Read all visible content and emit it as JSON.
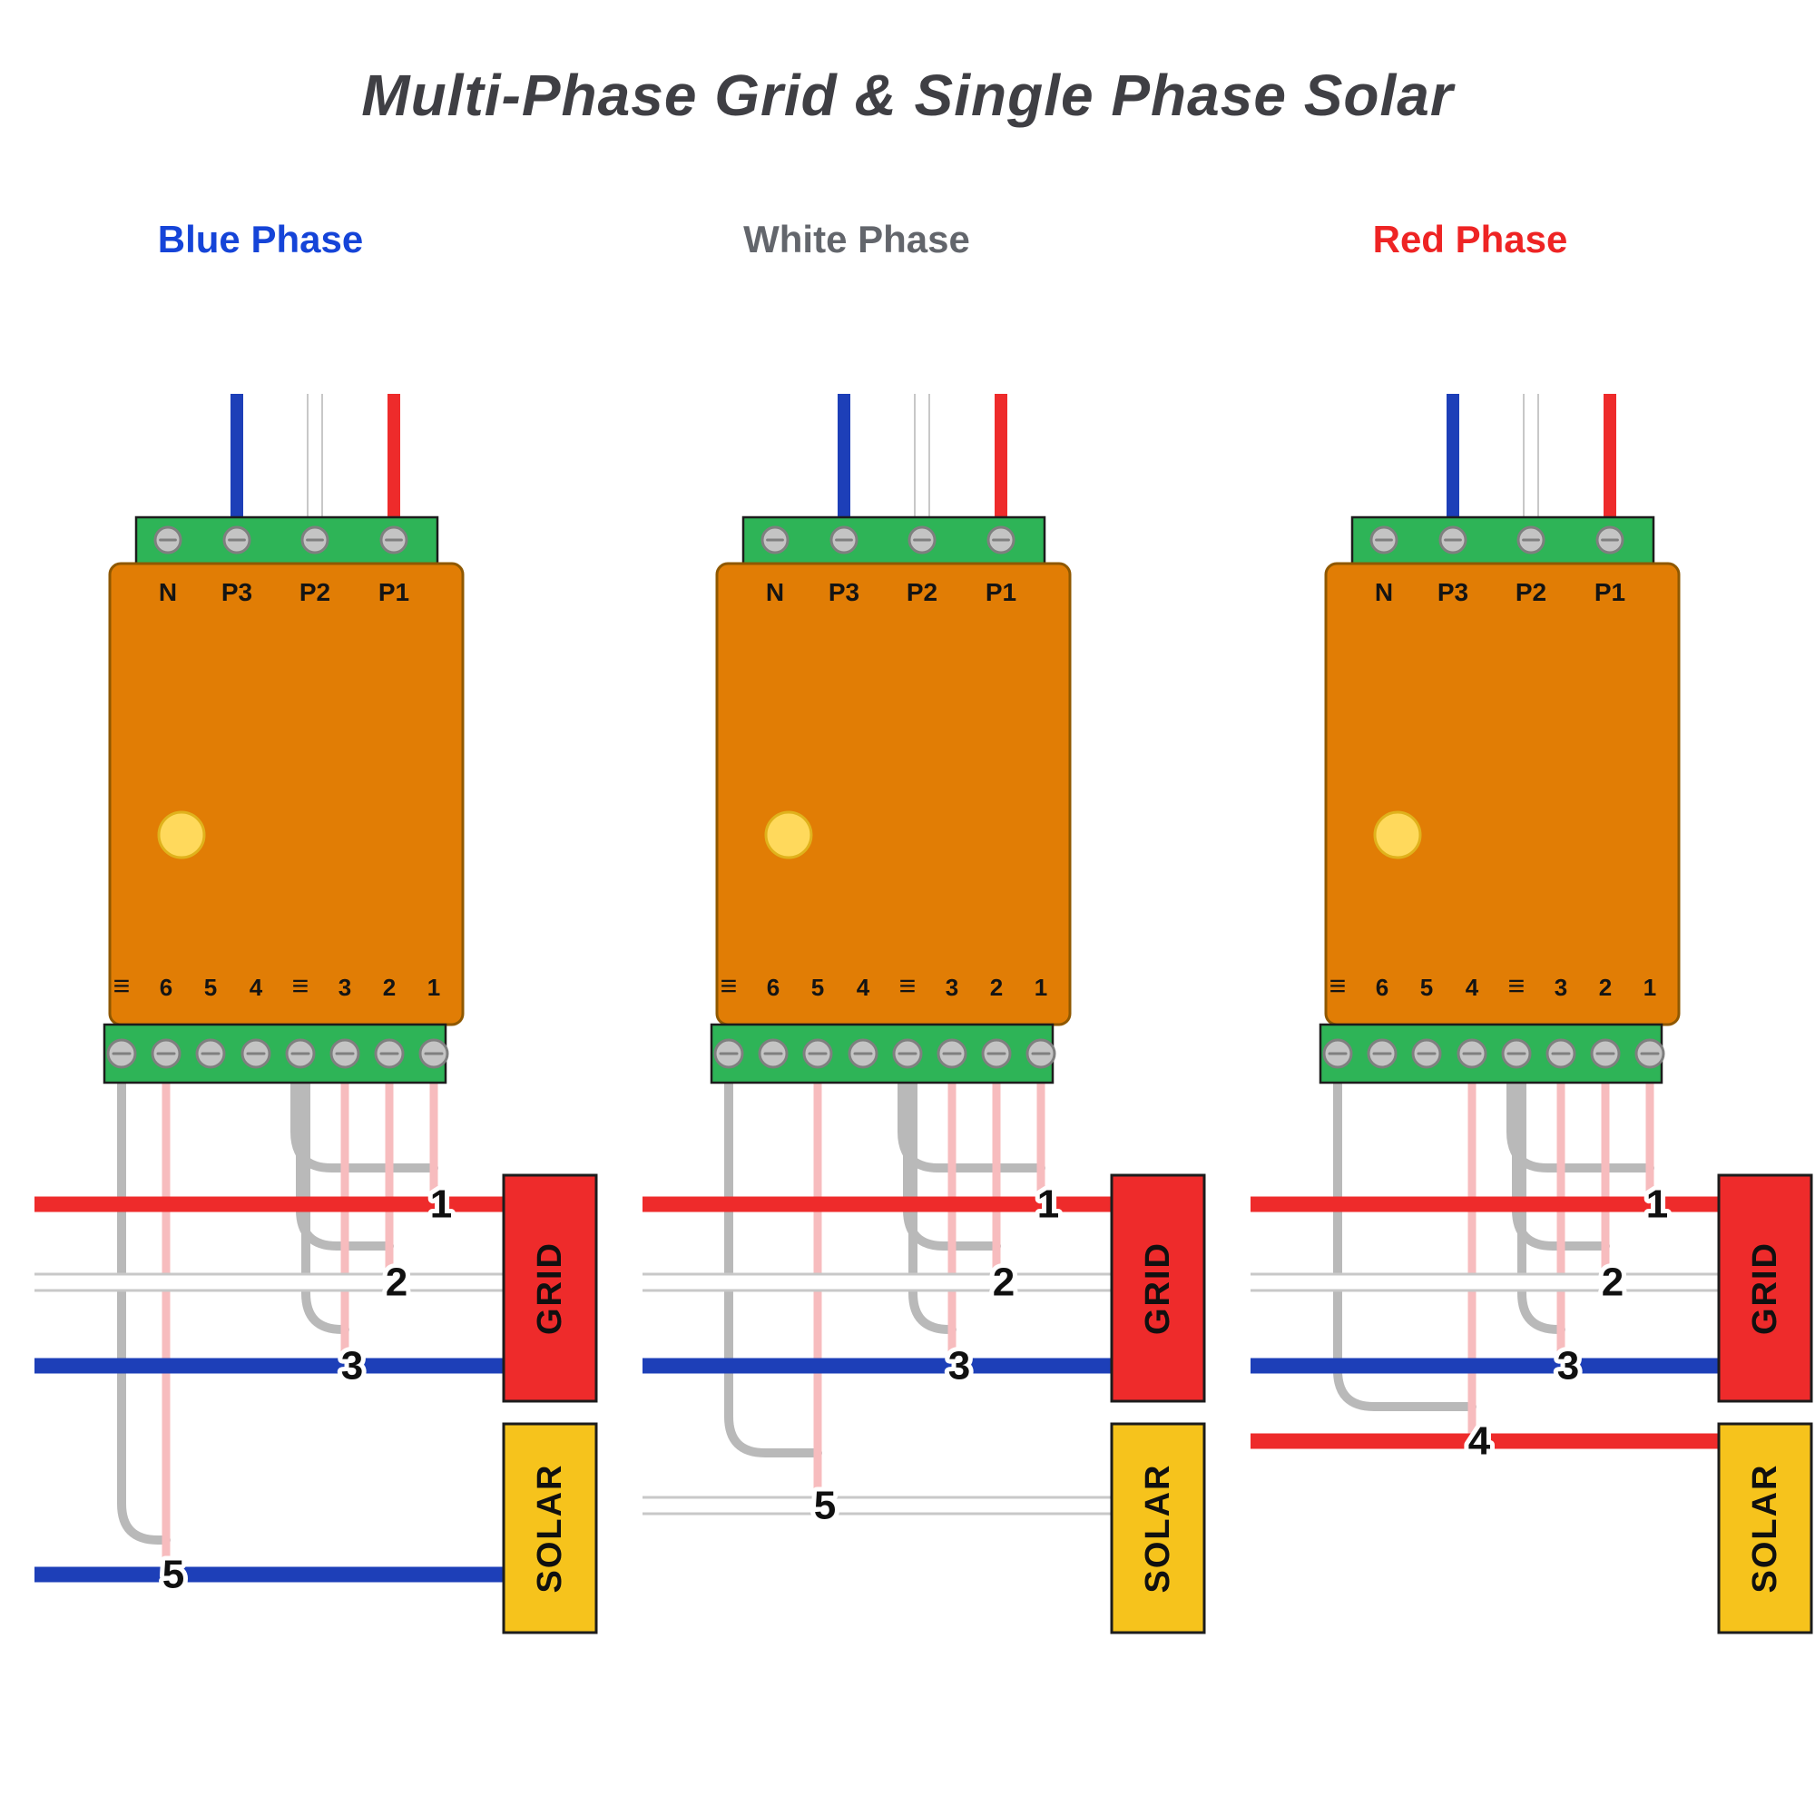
{
  "title": "Multi-Phase Grid & Single Phase Solar",
  "colors": {
    "title_text": "#3f3f44",
    "device_body": "#e17d05",
    "device_border": "#8f5800",
    "device_text": "#141414",
    "terminal_green": "#2eb457",
    "box_border": "#1c1c1c",
    "screw_fill": "#c4c4c4",
    "screw_border": "#7f7f7f",
    "led_yellow": "#ffd95c",
    "led_border": "#e0b21c",
    "wire_blue": "#1d3fb8",
    "wire_white": "#ffffff",
    "wire_red": "#ee2b2b",
    "wire_gray": "#b9b9b9",
    "wire_pink": "#f7bcbe",
    "white_wire_outline": "#c8c8c8",
    "grid_box": "#ee2b2b",
    "solar_box": "#f6c31c",
    "badge_text": "#101010",
    "badge_halo": "#ffffff"
  },
  "phases": [
    {
      "label": "Blue Phase",
      "label_color": "#1544d8",
      "grid_line_labels": [
        "1",
        "2",
        "3"
      ],
      "solar_line_label": "5",
      "solar_line_color": "#1d3fb8"
    },
    {
      "label": "White Phase",
      "label_color": "#63666c",
      "grid_line_labels": [
        "1",
        "2",
        "3"
      ],
      "solar_line_label": "5",
      "solar_line_color": "#ffffff"
    },
    {
      "label": "Red Phase",
      "label_color": "#ee2424",
      "grid_line_labels": [
        "1",
        "2",
        "3"
      ],
      "solar_line_label": "4",
      "solar_line_color": "#ee2b2b"
    }
  ],
  "device": {
    "top_terminal_labels": [
      "N",
      "P3",
      "P2",
      "P1"
    ],
    "bottom_terminal_labels": [
      "≡",
      "6",
      "5",
      "4",
      "≡",
      "3",
      "2",
      "1"
    ]
  },
  "grid_box_label": "GRID",
  "solar_box_label": "SOLAR"
}
